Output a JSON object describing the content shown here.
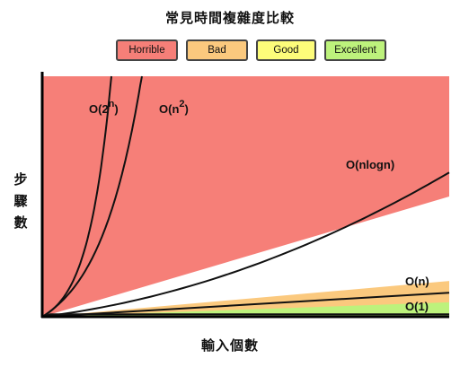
{
  "chart_data": {
    "type": "area",
    "title": "常見時間複雜度比較",
    "xlabel": "輸入個數",
    "ylabel": "步驟數",
    "legend": [
      {
        "label": "Horrible",
        "color": "#f67f78"
      },
      {
        "label": "Bad",
        "color": "#fbc97e"
      },
      {
        "label": "Good",
        "color": "#fdfc7a"
      },
      {
        "label": "Excellent",
        "color": "#bdf27c"
      }
    ],
    "regions": [
      {
        "label": "Horrible",
        "color": "#f67f78",
        "upper_slope": 0.5
      },
      {
        "label": "Bad",
        "color": "#fbc97e",
        "upper_slope": 0.149
      },
      {
        "label": "Good",
        "color": "#fdfc7a",
        "upper_slope": 0.058
      },
      {
        "label": "Excellent",
        "color": "#bdf27c",
        "upper_slope": 0.0
      }
    ],
    "series": [
      {
        "name": "O(2^n)",
        "label_base": "O(2",
        "label_sup": "n",
        "label_close": ")",
        "kind": "exponential",
        "curvature": 3.0
      },
      {
        "name": "O(n^2)",
        "label_base": "O(n",
        "label_sup": "2",
        "label_close": ")",
        "kind": "quadratic",
        "curvature": 2.3
      },
      {
        "name": "O(nlogn)",
        "label": "O(nlogn)",
        "kind": "nlogn",
        "end_value": 0.6
      },
      {
        "name": "O(n)",
        "label": "O(n)",
        "kind": "linear",
        "end_value": 0.1
      },
      {
        "name": "O(1)",
        "label": "O(1)",
        "kind": "constant",
        "end_value": 0.01
      }
    ],
    "xlim": [
      0,
      1
    ],
    "ylim": [
      0,
      1
    ],
    "grid": false,
    "axes_visible": true,
    "ticks_visible": false
  }
}
